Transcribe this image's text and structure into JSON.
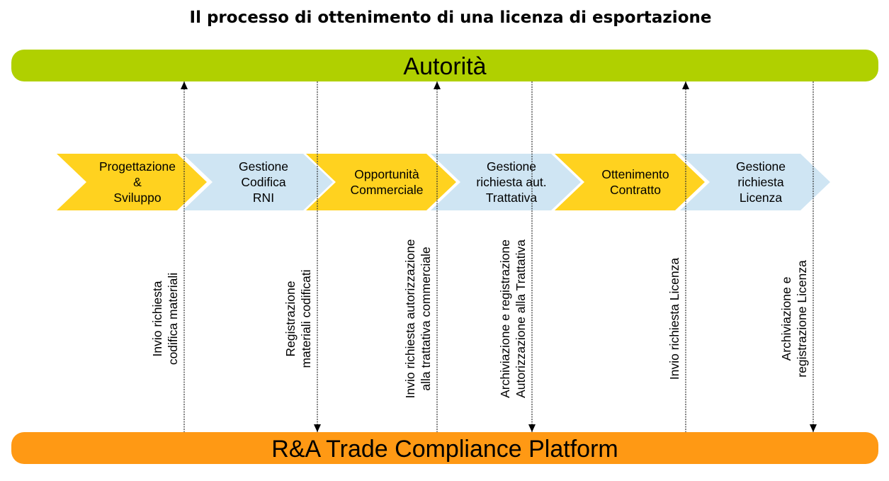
{
  "title": "Il processo di ottenimento di una licenza di esportazione",
  "top_bar": {
    "label": "Autorità",
    "color": "#b0d000"
  },
  "bottom_bar": {
    "label": "R&A Trade Compliance Platform",
    "color": "#ff9914"
  },
  "colors": {
    "yellow": "#ffd21f",
    "blue": "#cfe5f3"
  },
  "steps": [
    {
      "lines": [
        "Progettazione",
        "&",
        "Sviluppo"
      ],
      "color": "yellow"
    },
    {
      "lines": [
        "Gestione",
        "Codifica",
        "RNI"
      ],
      "color": "blue"
    },
    {
      "lines": [
        "Opportunità",
        "Commerciale"
      ],
      "color": "yellow"
    },
    {
      "lines": [
        "Gestione",
        "richiesta aut.",
        "Trattativa"
      ],
      "color": "blue"
    },
    {
      "lines": [
        "Ottenimento",
        "Contratto"
      ],
      "color": "yellow"
    },
    {
      "lines": [
        "Gestione",
        "richiesta",
        "Licenza"
      ],
      "color": "blue"
    }
  ],
  "flows": [
    {
      "lines": [
        "Invio richiesta",
        "codifica materiali"
      ],
      "direction": "up"
    },
    {
      "lines": [
        "Registrazione",
        "materiali codificati"
      ],
      "direction": "down"
    },
    {
      "lines": [
        "Invio richiesta autorizzazione",
        "alla trattativa commerciale"
      ],
      "direction": "up"
    },
    {
      "lines": [
        "Archiviazione e registrazione",
        "Autorizzazione alla Trattativa"
      ],
      "direction": "down"
    },
    {
      "lines": [
        "Invio richiesta Licenza"
      ],
      "direction": "up"
    },
    {
      "lines": [
        "Archiviazione e",
        "registrazione Licenza"
      ],
      "direction": "down"
    }
  ]
}
